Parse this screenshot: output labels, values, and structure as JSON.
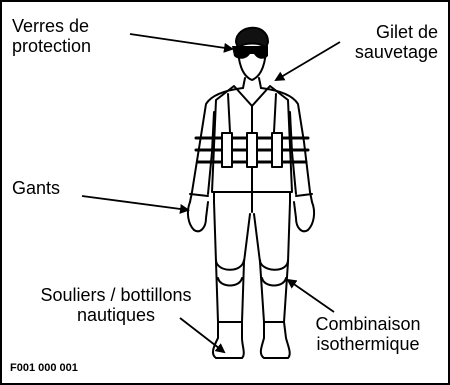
{
  "labels": {
    "glasses": [
      "Verres de",
      "protection"
    ],
    "vest": [
      "Gilet de",
      "sauvetage"
    ],
    "gloves": "Gants",
    "shoes": [
      "Souliers / bottillons",
      "nautiques"
    ],
    "suit": [
      "Combinaison",
      "isothermique"
    ]
  },
  "figure_id": "F001 000 001",
  "colors": {
    "ink": "#000000",
    "paper": "#ffffff"
  }
}
